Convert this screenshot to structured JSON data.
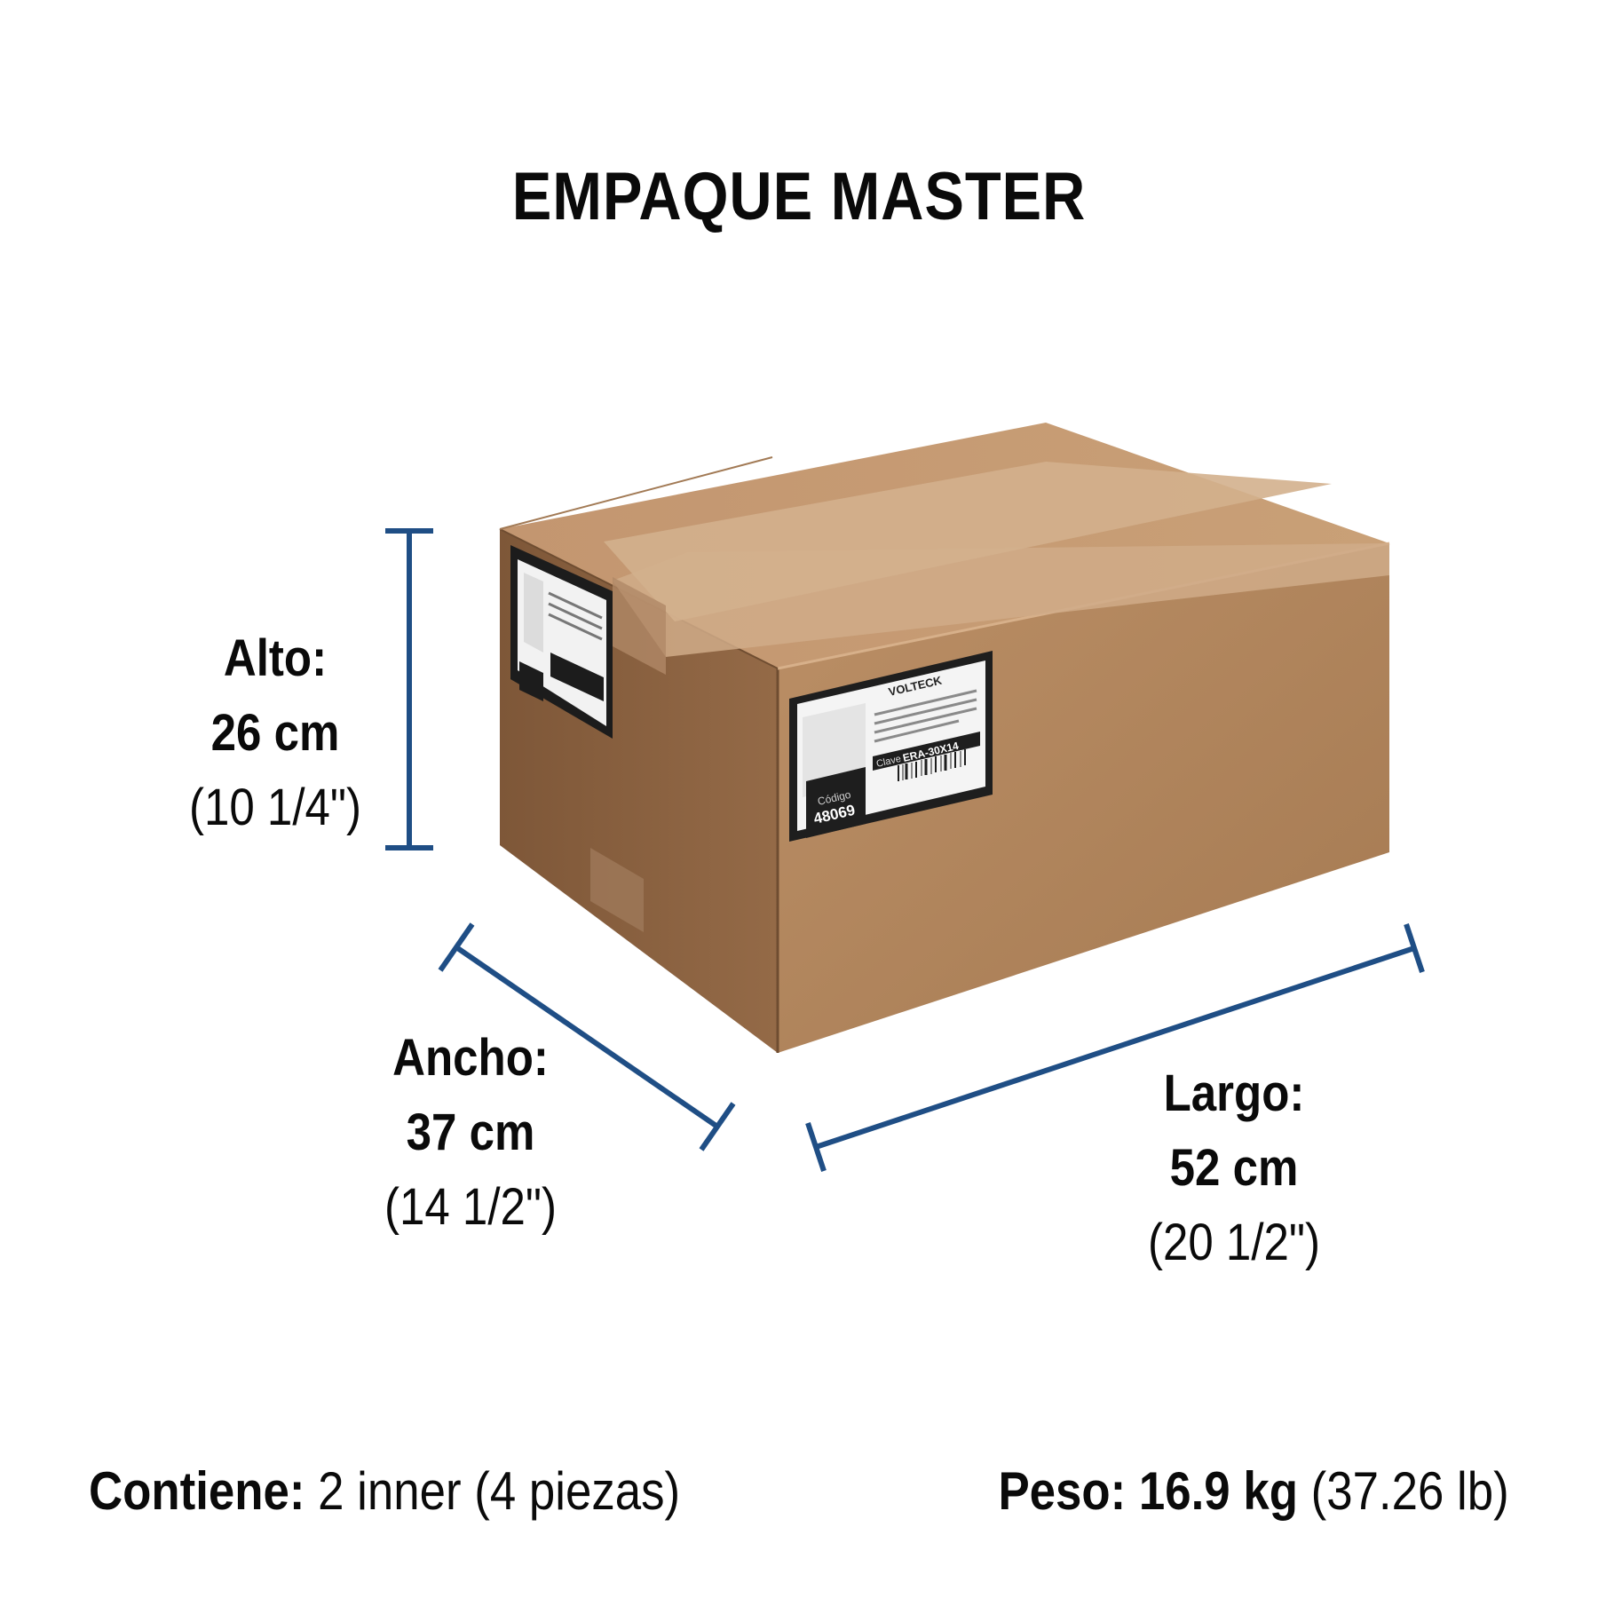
{
  "title": "EMPAQUE MASTER",
  "dimensions": {
    "alto": {
      "label": "Alto:",
      "metric": "26 cm",
      "imperial": "(10 1/4\")"
    },
    "ancho": {
      "label": "Ancho:",
      "metric": "37 cm",
      "imperial": "(14 1/2\")"
    },
    "largo": {
      "label": "Largo:",
      "metric": "52 cm",
      "imperial": "(20 1/2\")"
    }
  },
  "footer": {
    "contains_label": "Contiene:",
    "contains_value": "2 inner (4 piezas)",
    "weight_label": "Peso:",
    "weight_value": "16.9 kg",
    "weight_imperial": "(37.26 lb)"
  },
  "labels": {
    "brand": "VOLTECK",
    "code_caption": "Código",
    "code": "48069",
    "clave_caption": "Clave",
    "clave": "ERA-30X14"
  },
  "colors": {
    "dimension_line": "#1f4e85",
    "box_front": "#b68a61",
    "box_side": "#8f6645",
    "box_top": "#c59a70",
    "tape": "#d1ae8c"
  }
}
